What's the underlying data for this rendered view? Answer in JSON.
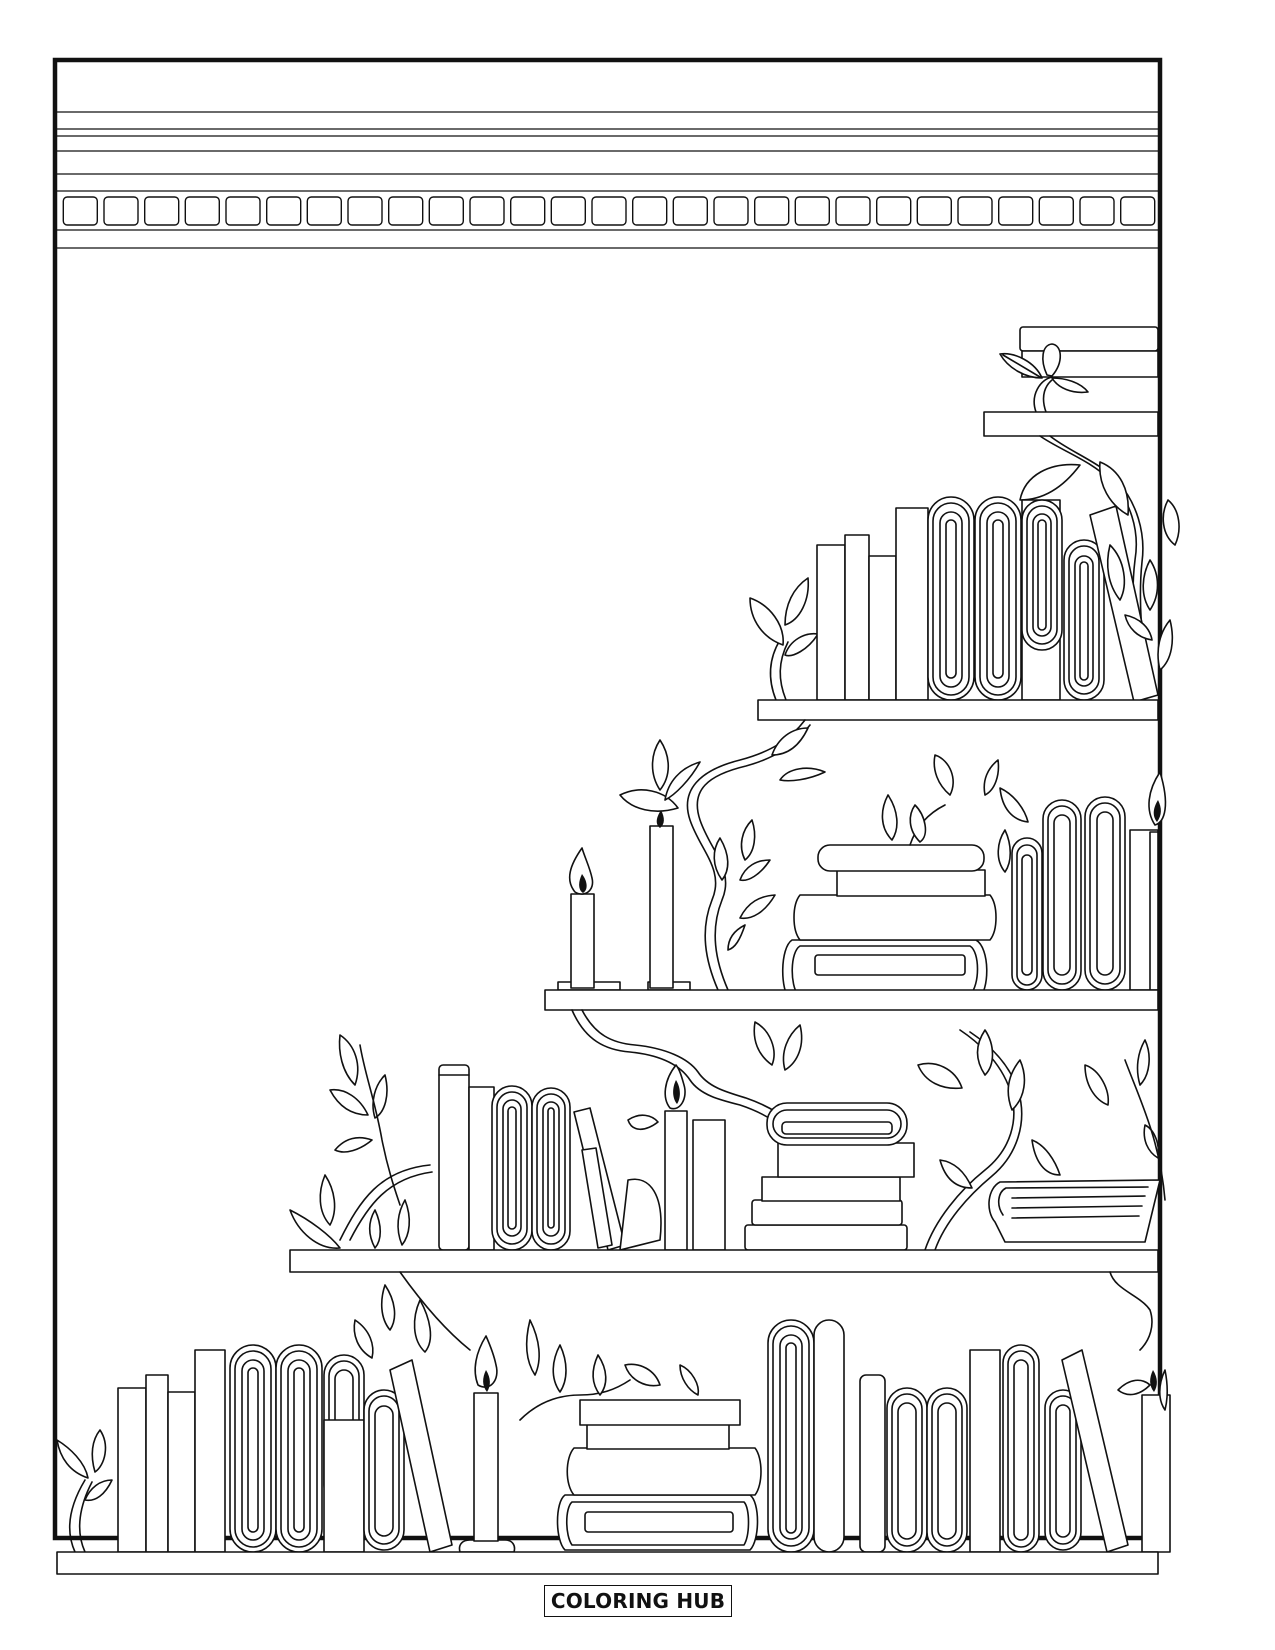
{
  "page": {
    "type": "coloring-page",
    "subject": "Bookshelves with books, candles and climbing vines",
    "colors": {
      "line": "#111111",
      "background": "#ffffff"
    }
  },
  "branding": {
    "label": "COLORING HUB"
  },
  "illustration": {
    "frame": "thick-rectangular-border",
    "header": "crown-molding-with-dentil-blocks",
    "dentil_block_count": 27,
    "shelves": [
      {
        "level": 1,
        "items": [
          "stacked-books",
          "sprout"
        ]
      },
      {
        "level": 2,
        "items": [
          "upright-books",
          "rounded-spine-books",
          "leaning-book",
          "vines",
          "sprout"
        ]
      },
      {
        "level": 3,
        "items": [
          "candle",
          "candle",
          "vine",
          "book-stack-with-plant",
          "rounded-spine-books",
          "candle"
        ]
      },
      {
        "level": 4,
        "items": [
          "vines",
          "upright-books",
          "rounded-spine-books",
          "leaning-books",
          "candle",
          "book-stack",
          "vines",
          "lying-book"
        ]
      },
      {
        "level": 5,
        "items": [
          "sprout",
          "upright-books",
          "rounded-spine-books",
          "leaning-book",
          "candle",
          "book-stack-with-plant",
          "rounded-spine-books",
          "leaning-book",
          "candle",
          "candle"
        ]
      }
    ]
  }
}
